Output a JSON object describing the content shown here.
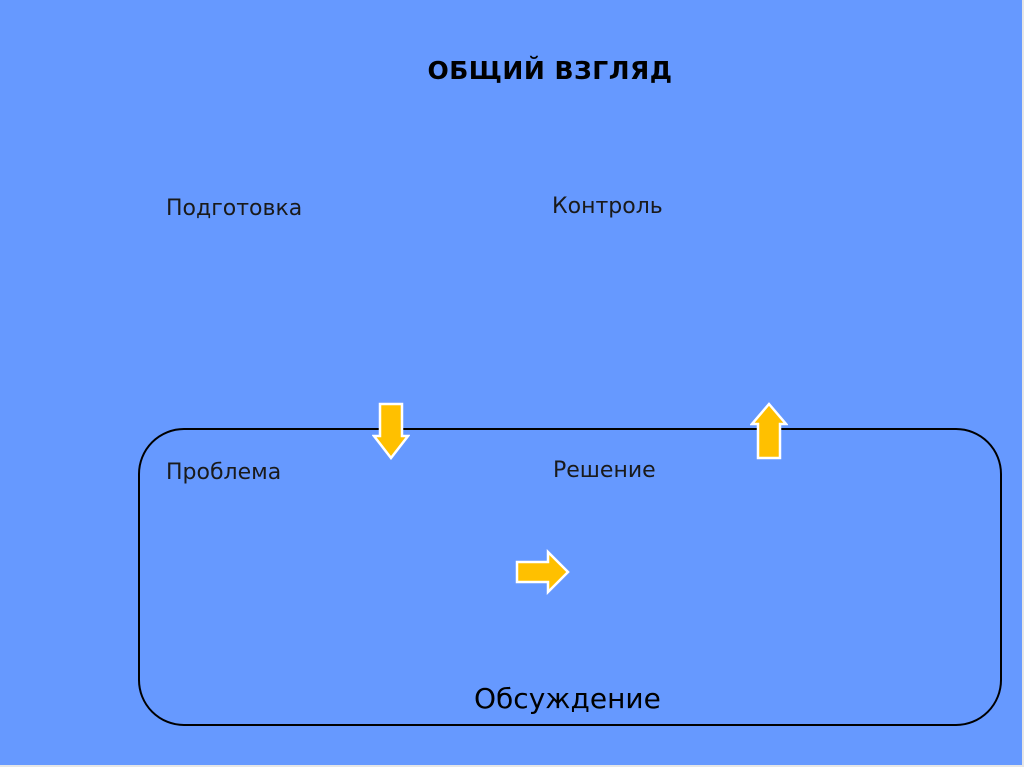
{
  "title": "ОБЩИЙ ВЗГЛЯД",
  "nodes": {
    "preparation": "Подготовка",
    "control": "Контроль",
    "problem": "Проблема",
    "solution": "Решение",
    "discussion": "Обсуждение"
  },
  "colors": {
    "background": "#6699ff",
    "arrow_fill": "#ffc000",
    "arrow_outline": "#ffffff",
    "box_border": "#000000"
  },
  "arrows": [
    {
      "name": "arrow-down-icon",
      "direction": "down"
    },
    {
      "name": "arrow-right-icon",
      "direction": "right"
    },
    {
      "name": "arrow-up-icon",
      "direction": "up"
    }
  ]
}
